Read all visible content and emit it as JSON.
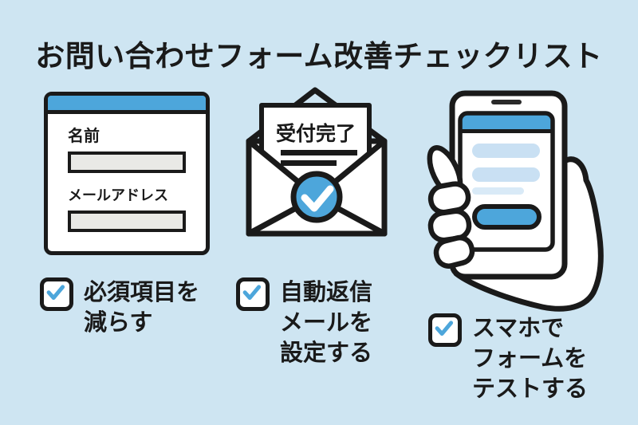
{
  "title": "お問い合わせフォーム改善チェックリスト",
  "colors": {
    "background": "#cee5f2",
    "accent_blue": "#4da6db",
    "flap_blue": "#cfe6f3",
    "outline_black": "#1a1a1a",
    "field_gray": "#e9e9e6",
    "screen_row_blue": "#c9e0f3",
    "screen_row_light": "#d9eaf7",
    "check_white": "#ffffff"
  },
  "form_illustration": {
    "name_label": "名前",
    "email_label": "メールアドレス"
  },
  "envelope_illustration": {
    "letter_title": "受付完了"
  },
  "checklist": [
    {
      "checked": true,
      "line1": "必須項目を",
      "line2": "減らす",
      "line3": ""
    },
    {
      "checked": true,
      "line1": "自動返信",
      "line2": "メールを",
      "line3": "設定する"
    },
    {
      "checked": true,
      "line1": "スマホで",
      "line2": "フォームを",
      "line3": "テストする"
    }
  ]
}
